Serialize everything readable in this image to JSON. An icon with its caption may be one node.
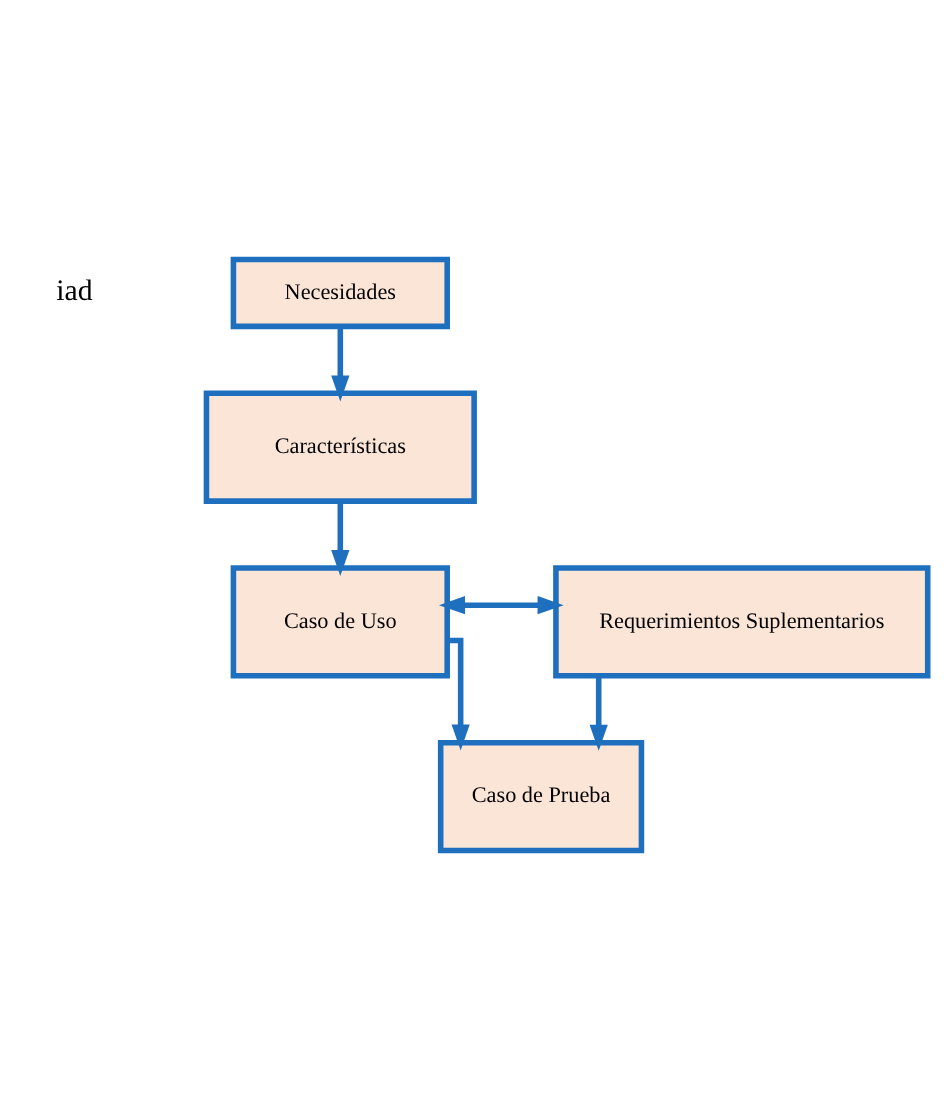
{
  "diagram": {
    "nodes": [
      {
        "text": [
          "Necesidades"
        ]
      },
      {
        "text": [
          "Características"
        ]
      },
      {
        "text": [
          "Caso de Uso"
        ]
      },
      {
        "text": [
          "Requerimientos Suplementarios"
        ]
      },
      {
        "text": [
          "Caso de Prueba"
        ]
      }
    ],
    "edges": [
      {
        "from": 0,
        "to": 1,
        "arrow": "to"
      },
      {
        "from": 1,
        "to": 2,
        "arrow": "to"
      },
      {
        "from": 2,
        "to": 3,
        "arrow": "both"
      },
      {
        "from": 2,
        "to": 4,
        "arrow": "to"
      },
      {
        "from": 3,
        "to": 4,
        "arrow": "to"
      }
    ],
    "labels": [
      "iad"
    ]
  }
}
